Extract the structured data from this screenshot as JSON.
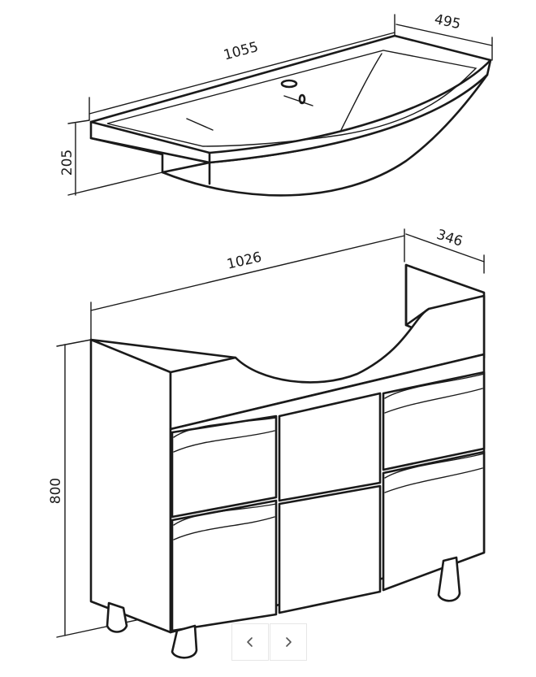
{
  "basin": {
    "dimensions": {
      "length": "1055",
      "depth": "495",
      "height": "205"
    }
  },
  "cabinet": {
    "dimensions": {
      "width": "1026",
      "depth": "346",
      "height": "800"
    }
  },
  "gallery": {
    "prev_icon": "chevron-left-icon",
    "next_icon": "chevron-right-icon"
  }
}
